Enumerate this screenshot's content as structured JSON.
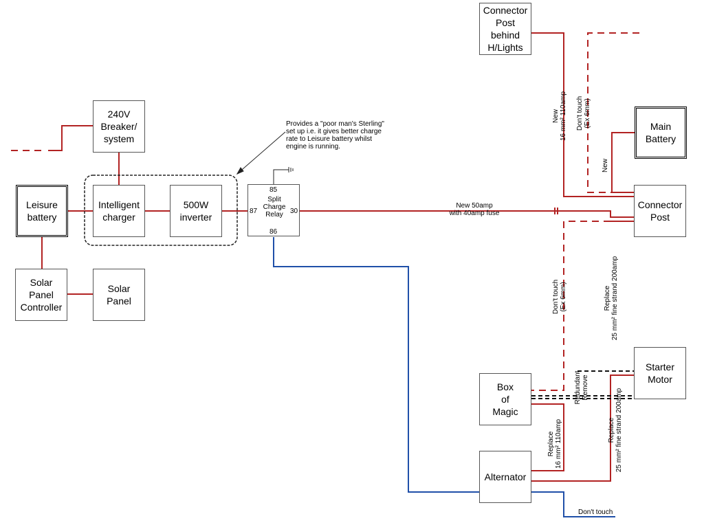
{
  "diagram": {
    "components": {
      "connector_post_lights": "Connector\nPost\nbehind\nH/Lights",
      "breaker": "240V\nBreaker/\nsystem",
      "main_battery": "Main\nBattery",
      "leisure_battery": "Leisure\nbattery",
      "intelligent_charger": "Intelligent\ncharger",
      "inverter": "500W\ninverter",
      "connector_post": "Connector\nPost",
      "solar_controller": "Solar\nPanel\nController",
      "solar_panel": "Solar\nPanel",
      "starter_motor": "Starter\nMotor",
      "box_of_magic": "Box\nof\nMagic",
      "alternator": "Alternator"
    },
    "relay": {
      "title": "Split\nCharge\nRelay",
      "pin_85": "85",
      "pin_86": "86",
      "pin_87": "87",
      "pin_30": "30"
    },
    "annotations": {
      "sterling_note": "Provides a \"poor man's Sterling\"\nset up i.e. it gives better charge\nrate to Leisure battery whilst\nengine is running.",
      "feed_label": "New 50amp\nwith 40amp fuse",
      "new_16mm": "New\n16 mm² 110amp",
      "dont_touch_upper": "Don't touch\n(Ex 6mm)",
      "new_main": "New",
      "dont_touch_lower": "Don't touch\n(Ex 6mm)",
      "replace_25mm_upper": "Replace\n25 mm² fine strand 200amp",
      "redundant": "Redundant\nRemove",
      "replace_16mm": "Replace\n16 mm² 110amp",
      "replace_25mm_lower": "Replace\n25 mm² fine strand 200amp",
      "dont_touch_blue": "Don't touch"
    },
    "colors": {
      "live_wire": "#b22222",
      "signal_wire": "#1f4fa8",
      "outline": "#555555"
    }
  }
}
